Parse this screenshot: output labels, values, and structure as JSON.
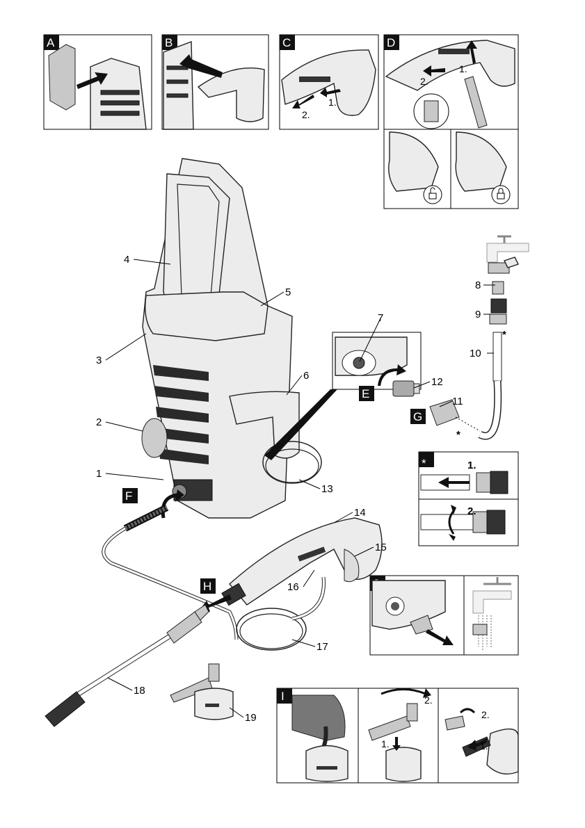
{
  "panels": {
    "A": "A",
    "B": "B",
    "C": "C",
    "D": "D",
    "E": "E",
    "F": "F",
    "G": "G",
    "H": "H",
    "I": "I",
    "J": "J",
    "star": "*"
  },
  "steps": {
    "c1": "1.",
    "c2": "2.",
    "d1": "1.",
    "d2": "2.",
    "s1": "1.",
    "s2": "2.",
    "i1a": "1.",
    "i2a": "2.",
    "i1b": "1.",
    "i2b": "2."
  },
  "star_mark": "*",
  "parts": {
    "p1": "1",
    "p2": "2",
    "p3": "3",
    "p4": "4",
    "p5": "5",
    "p6": "6",
    "p7": "7",
    "p8": "8",
    "p9": "9",
    "p10": "10",
    "p11": "11",
    "p12": "12",
    "p13": "13",
    "p14": "14",
    "p15": "15",
    "p16": "16",
    "p17": "17",
    "p18": "18",
    "p19": "19"
  }
}
